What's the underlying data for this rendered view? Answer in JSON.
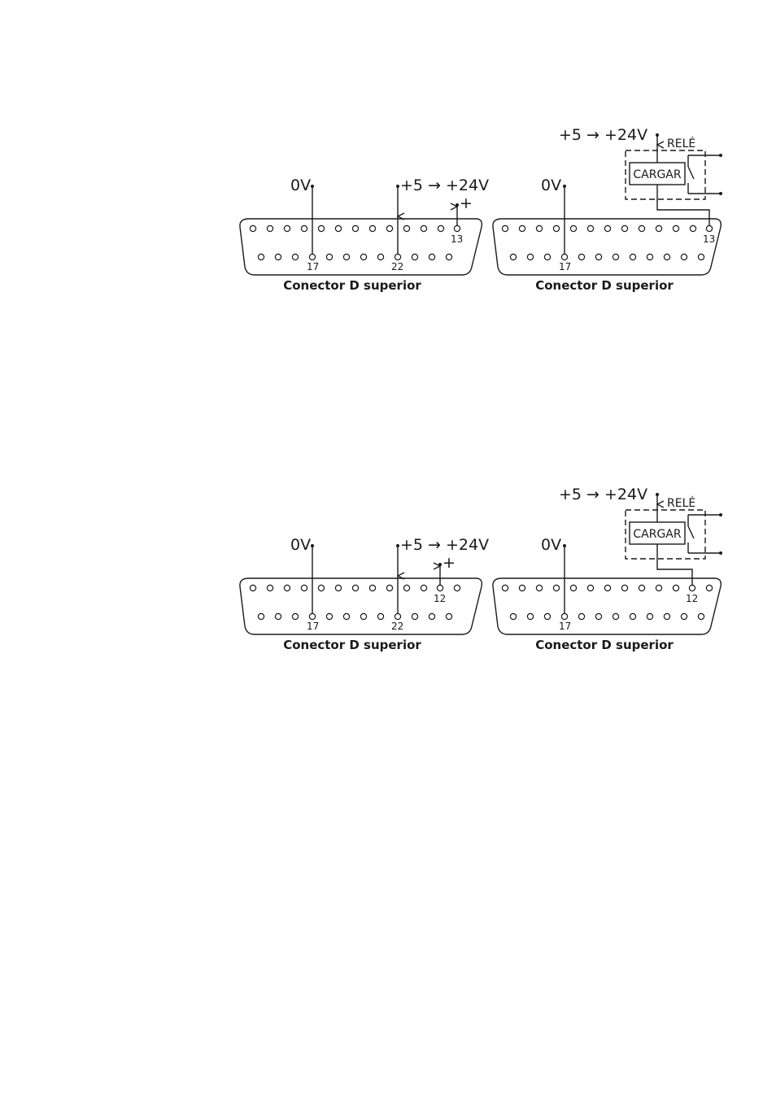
{
  "colors": {
    "line": "#1a1a1a",
    "background": "#ffffff"
  },
  "labels": {
    "zero_v": "0V",
    "supply": "+5 → +24V",
    "plus": "+",
    "rele": "RELÉ",
    "cargar": "CARGAR",
    "connector_caption": "Conector D superior",
    "pin_17": "17",
    "pin_22": "22",
    "pin_13": "13",
    "pin_12": "12"
  },
  "diagrams": [
    {
      "name": "source-wiring-pin-13",
      "output_pin": 13,
      "pins_labeled": [
        "17",
        "22",
        "13"
      ]
    },
    {
      "name": "relay-wiring-pin-13",
      "output_pin": 13,
      "pins_labeled": [
        "17",
        "13"
      ]
    },
    {
      "name": "source-wiring-pin-12",
      "output_pin": 12,
      "pins_labeled": [
        "17",
        "22",
        "12"
      ]
    },
    {
      "name": "relay-wiring-pin-12",
      "output_pin": 12,
      "pins_labeled": [
        "17",
        "12"
      ]
    }
  ]
}
